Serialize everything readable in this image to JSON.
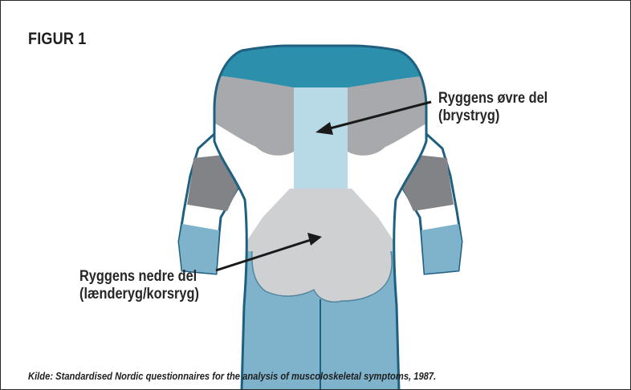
{
  "figure": {
    "title": "FIGUR 1",
    "source": "Kilde: Standardised Nordic questionnaires for the analysis of muscoloskeletal symptoms, 1987."
  },
  "labels": {
    "upper_line1": "Ryggens øvre del",
    "upper_line2": "(brystryg)",
    "lower_line1": "Ryggens nedre del",
    "lower_line2": "(lænderyg/korsryg)"
  },
  "colors": {
    "neck_teal": "#2c8fac",
    "shoulder_gray": "#a7a9ac",
    "upper_back_lightblue": "#b8dae6",
    "lower_back_gray": "#cfd0d2",
    "forearm_darkgray": "#818386",
    "lower_body_blue": "#7fb3cc",
    "outline": "#1f5f80",
    "text": "#262626"
  }
}
